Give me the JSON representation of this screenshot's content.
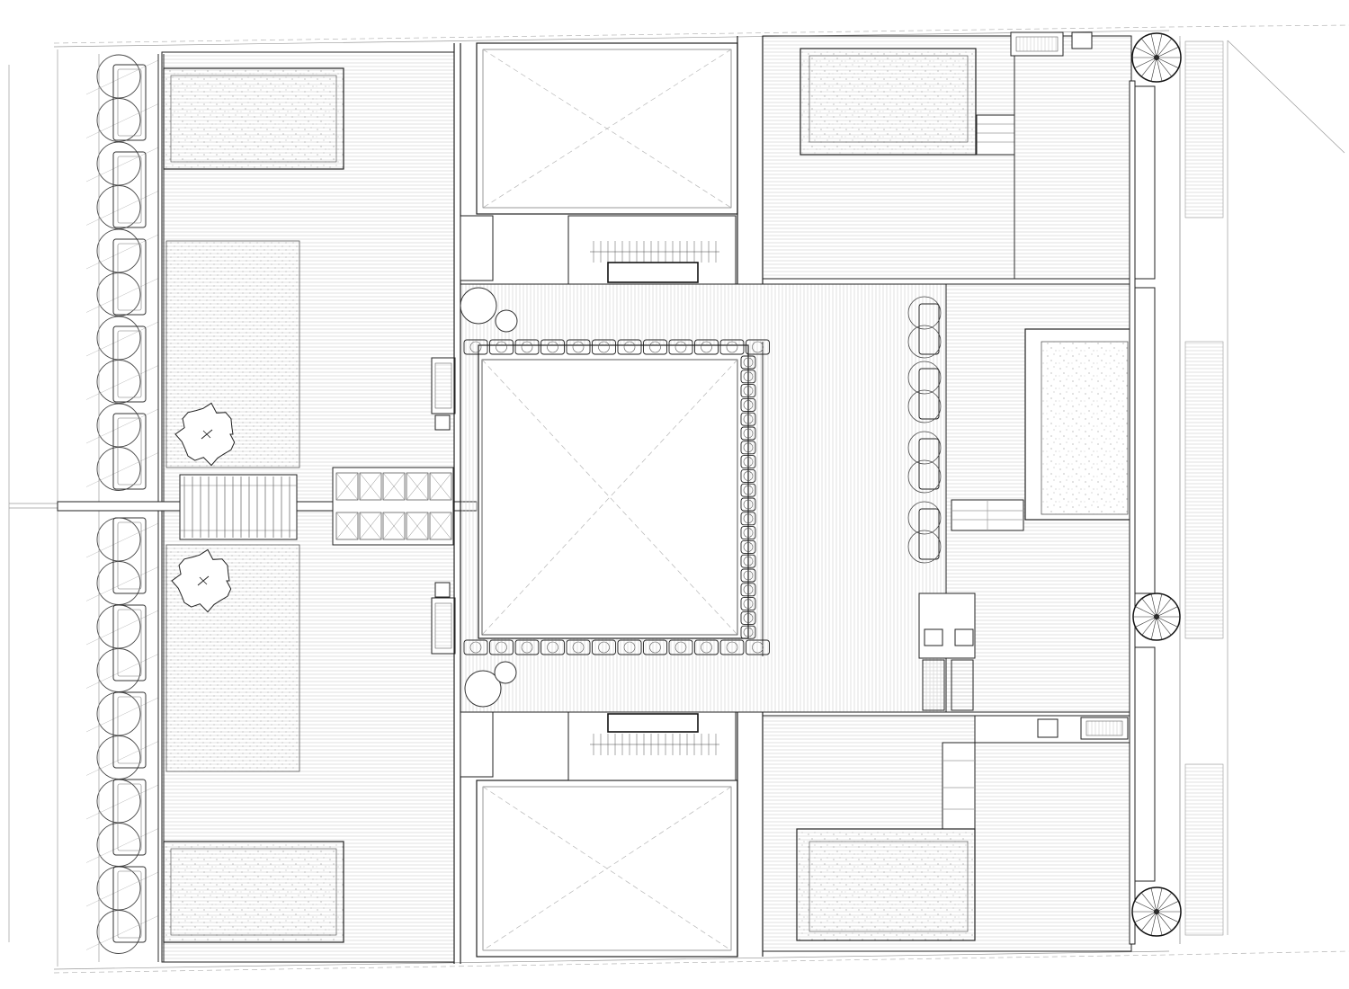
{
  "drawing": {
    "kind": "architectural roof / terrace floor plan",
    "text_labels": [],
    "colors": {
      "line": "#2b2b2b",
      "hatch": "#c8c8c8",
      "stipple": "#9a9a9a",
      "background": "#ffffff"
    },
    "symbols": [
      "tree-symbol",
      "spiral-stair-symbol",
      "planter-symbol",
      "skylight-symbol",
      "stair-symbol",
      "sink-symbol",
      "lounger-symbol"
    ]
  }
}
